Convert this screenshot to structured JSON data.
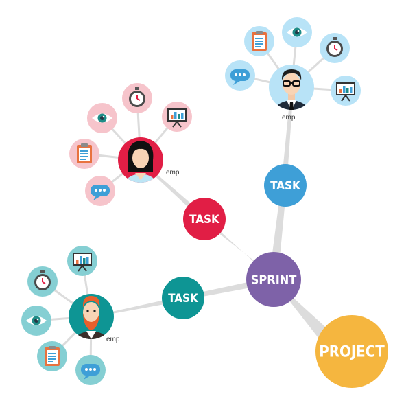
{
  "colors": {
    "project": "#F5B63F",
    "sprint": "#7E62A8",
    "task_blue": "#3E9FD7",
    "task_red": "#E11E45",
    "task_teal": "#0E9594",
    "connector": "#DCDCDC",
    "bubble_blue": "#B8E3F7",
    "bubble_pink": "#F6C4CB",
    "bubble_teal": "#85CFD3"
  },
  "nodes": {
    "project": {
      "label": "PROJECT"
    },
    "sprint": {
      "label": "SPRINT"
    },
    "task_blue": {
      "label": "TASK"
    },
    "task_red": {
      "label": "TASK"
    },
    "task_teal": {
      "label": "TASK"
    }
  },
  "employees": {
    "top_right": {
      "label": "emp",
      "avatar": "man-glasses-avatar"
    },
    "top_left": {
      "label": "emp",
      "avatar": "woman-avatar"
    },
    "bottom_left": {
      "label": "emp",
      "avatar": "bearded-man-avatar"
    }
  },
  "icons": [
    "clipboard-icon",
    "eye-icon",
    "stopwatch-icon",
    "presentation-chart-icon",
    "chat-bubble-icon"
  ]
}
